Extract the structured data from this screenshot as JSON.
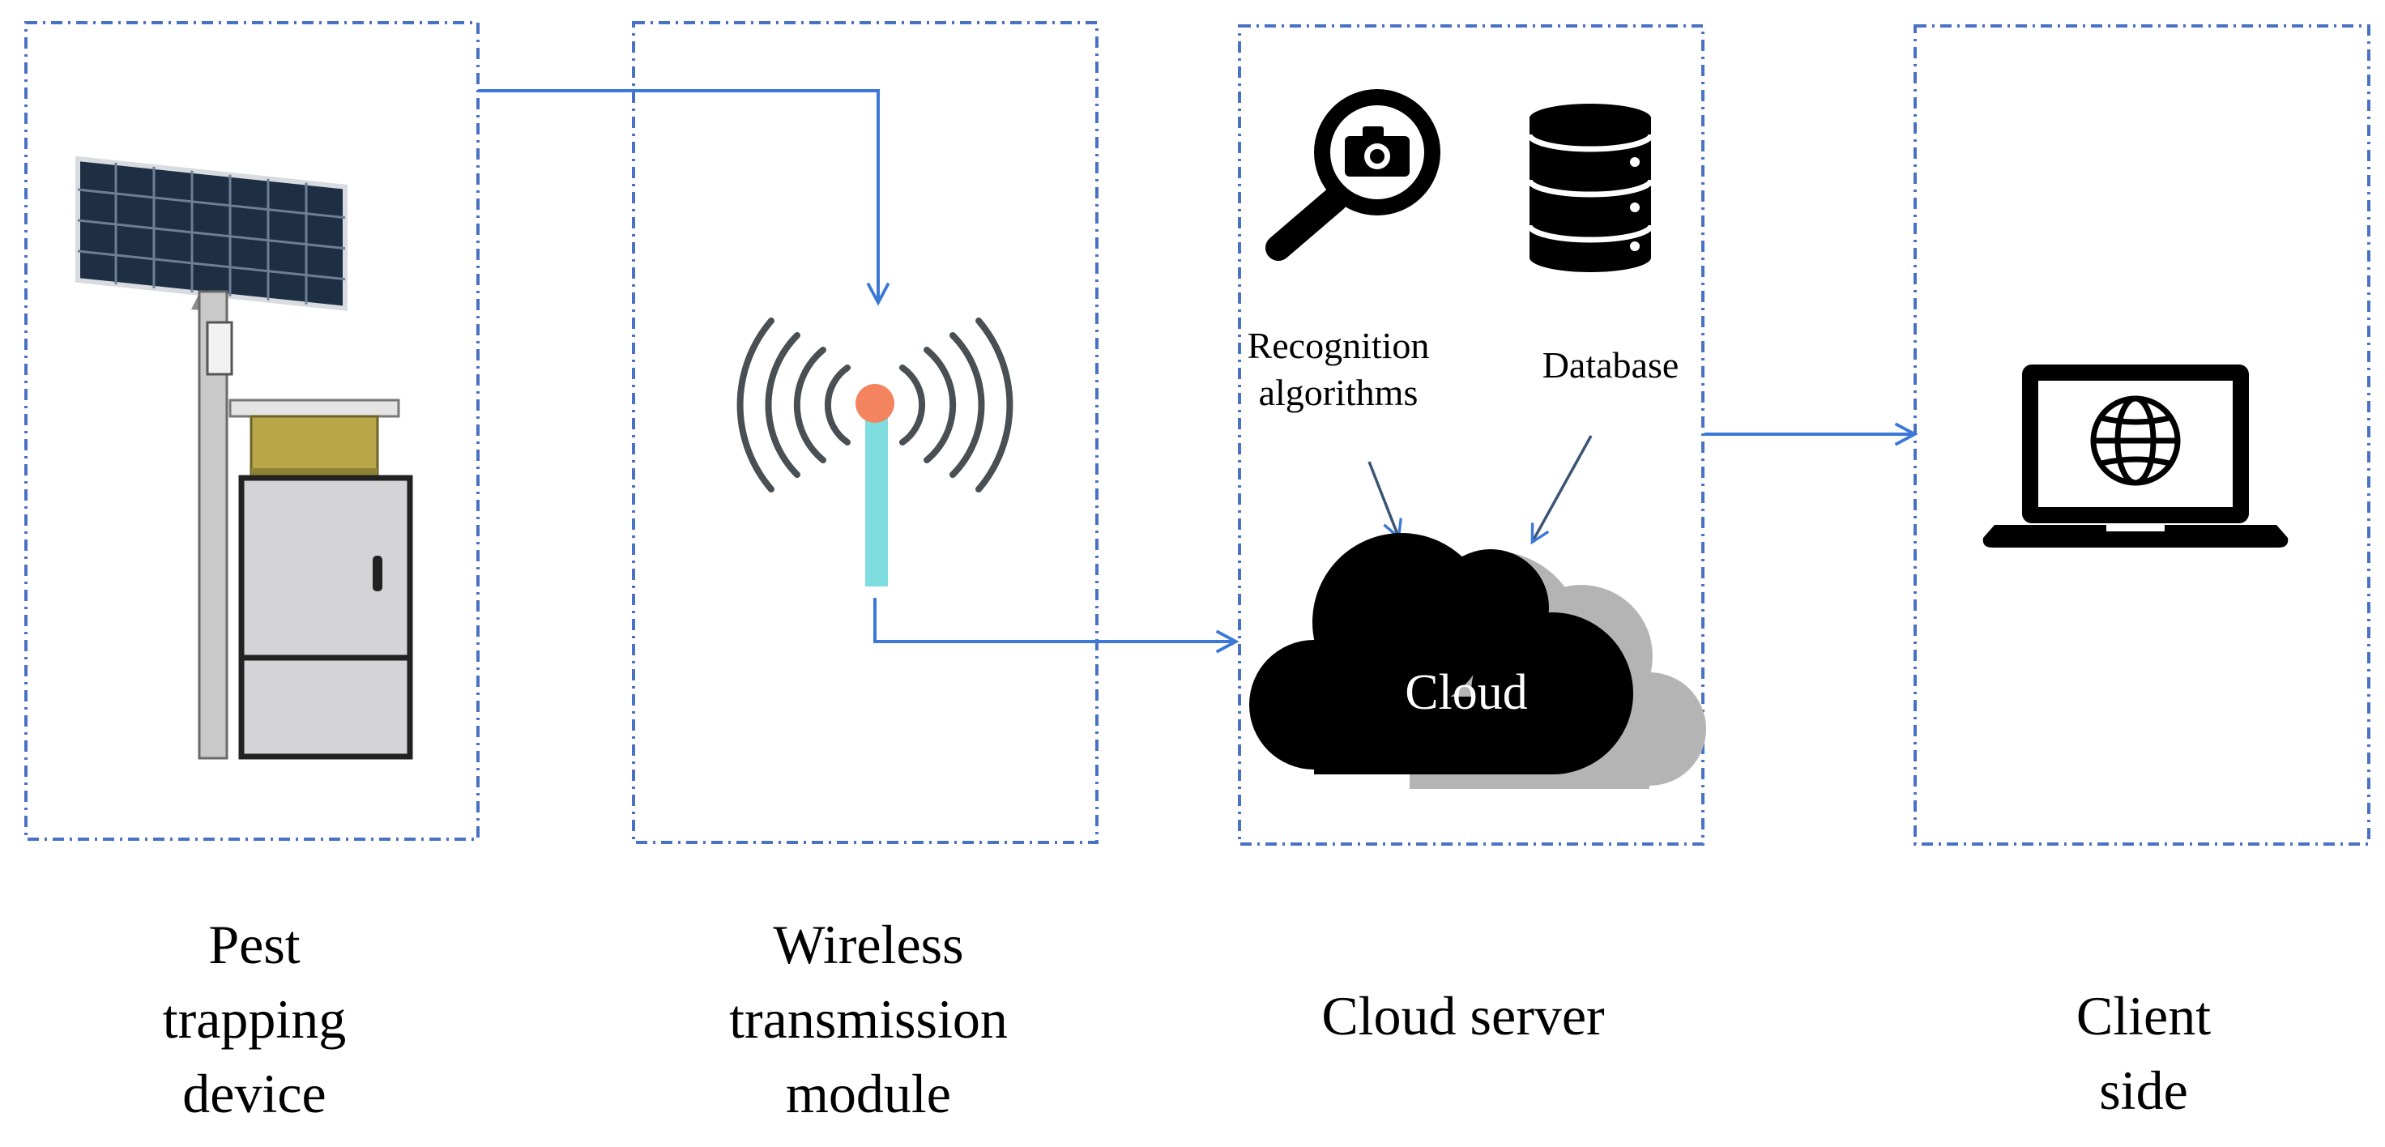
{
  "colors": {
    "box_border": "#4a72c4",
    "arrow": "#3b78d8",
    "antenna_tip": "#f4845f",
    "antenna_mast": "#7fdde0",
    "wave": "#4a4f54",
    "icon": "#000000",
    "cloud_shadow": "#b4b4b4",
    "panel": "#1e2f44",
    "trap_lid": "#b8a84a",
    "cabinet": "#d4d4d6"
  },
  "boxes": [
    {
      "id": "pest-trapping",
      "caption": "Pest\ntrapping\ndevice"
    },
    {
      "id": "wireless",
      "caption": "Wireless\ntransmission\nmodule"
    },
    {
      "id": "cloud-server",
      "caption": "Cloud server"
    },
    {
      "id": "client",
      "caption": "Client\nside"
    }
  ],
  "cloud_server": {
    "recognition_label": "Recognition\nalgorithms",
    "database_label": "Database",
    "cloud_label": "Cloud"
  },
  "icons": [
    "solar-pest-trap-icon",
    "wireless-antenna-icon",
    "magnifier-camera-icon",
    "database-icon",
    "cloud-icon",
    "laptop-globe-icon"
  ]
}
